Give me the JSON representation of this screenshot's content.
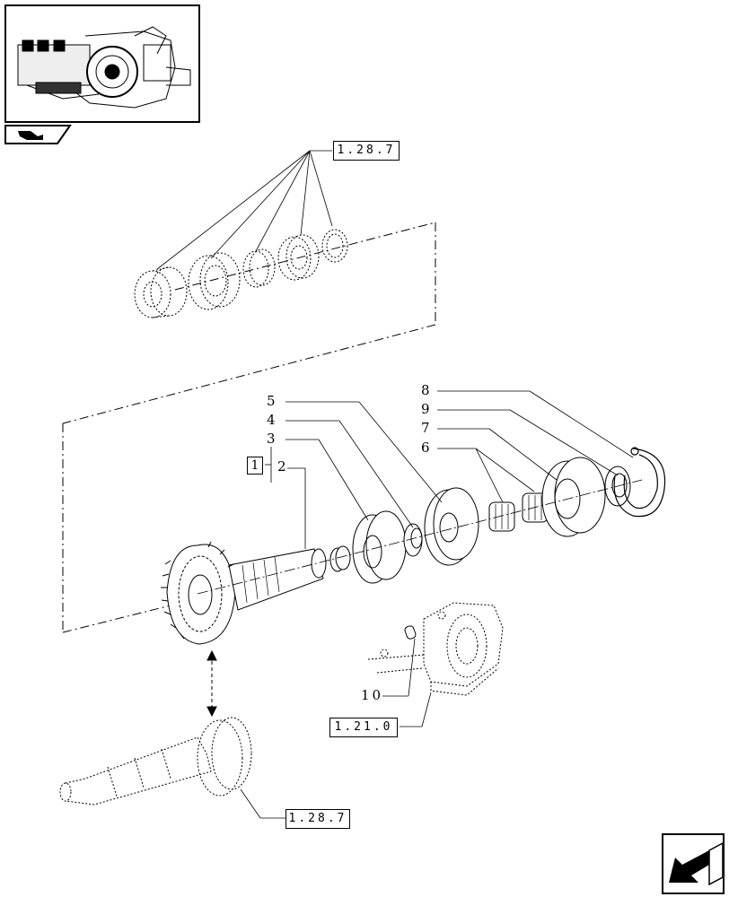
{
  "references": {
    "top_ref": "1.28.7",
    "hub_ref": "1.21.0",
    "shaft_ref": "1.28.7"
  },
  "callouts": {
    "n1": "1",
    "n2": "2",
    "n3": "3",
    "n4": "4",
    "n5": "5",
    "n6": "6",
    "n7": "7",
    "n8": "8",
    "n9": "9",
    "n10": "10"
  },
  "icons": {
    "thumbnail": "transmission-overview-thumbnail",
    "category": "tractor-category-icon",
    "navigate": "previous-page-arrow-icon"
  }
}
